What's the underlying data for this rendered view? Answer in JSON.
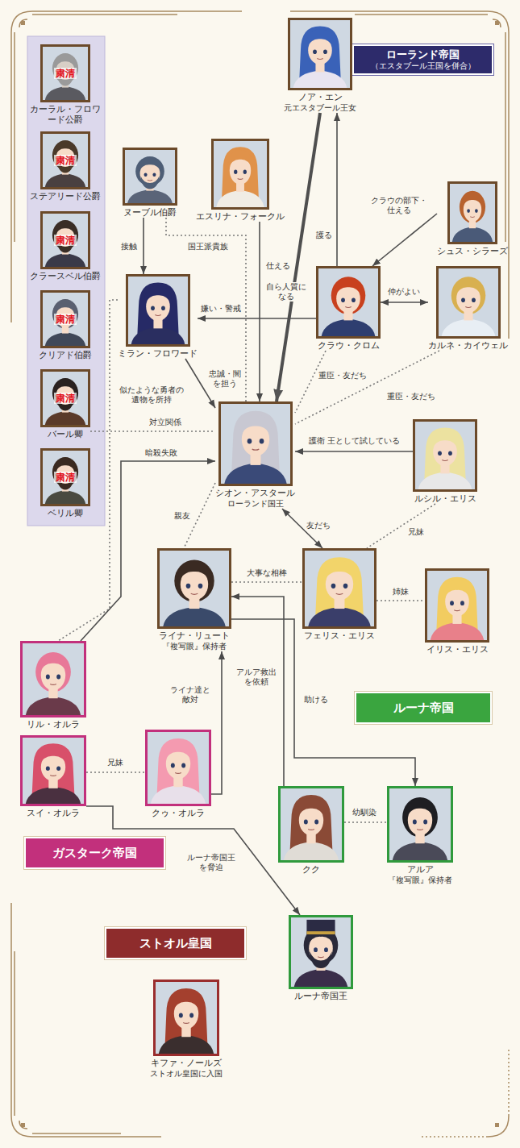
{
  "diagram": {
    "nodes": [
      {
        "text": [
          "ローランド帝国",
          "（エスタブール王国を併合）"
        ]
      },
      {
        "text": [
          "粛清",
          "カーラル・フロワード公爵"
        ]
      },
      {
        "text": [
          "粛清",
          "ステアリード公爵"
        ]
      },
      {
        "text": [
          "粛清",
          "クラースベル伯爵"
        ]
      },
      {
        "text": [
          "粛清",
          "クリアド伯爵"
        ]
      },
      {
        "text": [
          "粛清",
          "バール卿"
        ]
      },
      {
        "text": [
          "粛清",
          "ベリル卿"
        ]
      },
      {
        "text": [
          "ノア・エン",
          "元エスタブール王女"
        ]
      },
      {
        "text": [
          "エスリナ・フォークル"
        ]
      },
      {
        "text": [
          "ヌーブル伯爵"
        ]
      },
      {
        "text": [
          "シュス・シラーズ"
        ]
      },
      {
        "text": [
          "ミラン・フロワード"
        ]
      },
      {
        "text": [
          "クラウ・クロム"
        ]
      },
      {
        "text": [
          "カルネ・カイウェル"
        ]
      },
      {
        "text": [
          "シオン・アスタール",
          "ローランド国王"
        ]
      },
      {
        "text": [
          "ルシル・エリス"
        ]
      },
      {
        "text": [
          "ライナ・リュート",
          "『複写眼』保持者"
        ]
      },
      {
        "text": [
          "フェリス・エリス"
        ]
      },
      {
        "text": [
          "イリス・エリス"
        ]
      },
      {
        "text": [
          "ルーナ帝国"
        ]
      },
      {
        "text": [
          "リル・オルラ"
        ]
      },
      {
        "text": [
          "スイ・オルラ"
        ]
      },
      {
        "text": [
          "クゥ・オルラ"
        ]
      },
      {
        "text": [
          "ガスターク帝国"
        ]
      },
      {
        "text": [
          "クク"
        ]
      },
      {
        "text": [
          "アルア",
          "『複写眼』保持者"
        ]
      },
      {
        "text": [
          "ストオル皇国"
        ]
      },
      {
        "text": [
          "ルーナ帝国王"
        ]
      },
      {
        "text": [
          "キファ・ノールズ",
          "ストオル皇国に入国"
        ]
      }
    ],
    "edges": [
      {
        "from": 9,
        "to": 11,
        "label": "接触",
        "arrow": "to"
      },
      {
        "from": 9,
        "to": 14,
        "label": "国王派貴族",
        "arrow": "none"
      },
      {
        "from": 8,
        "to": 14,
        "label": "仕える",
        "arrow": "to"
      },
      {
        "from": 7,
        "to": 14,
        "label": "自ら人質になる",
        "arrow": "to"
      },
      {
        "from": 12,
        "to": 7,
        "label": "護る",
        "arrow": "to"
      },
      {
        "from": 10,
        "to": 12,
        "label": "クラウの部下・仕える",
        "arrow": "to"
      },
      {
        "from": 12,
        "to": 13,
        "label": "仲がよい",
        "arrow": "both"
      },
      {
        "from": 12,
        "to": 11,
        "label": "嫌い・警戒",
        "arrow": "to"
      },
      {
        "from": 11,
        "to": 14,
        "label": "忠誠・闇を担う",
        "arrow": "to"
      },
      {
        "from": 12,
        "to": 14,
        "label": "重臣・友だち",
        "arrow": "none"
      },
      {
        "from": 13,
        "to": 14,
        "label": "重臣・友だち",
        "arrow": "none"
      },
      {
        "from": 11,
        "to": 20,
        "label": "似たような勇者の遺物を所持",
        "arrow": "none"
      },
      {
        "from": 5,
        "to": 14,
        "label": "対立関係",
        "arrow": "none"
      },
      {
        "from": 20,
        "to": 14,
        "label": "暗殺失敗",
        "arrow": "to"
      },
      {
        "from": 14,
        "to": 17,
        "label": "友だち",
        "arrow": "both"
      },
      {
        "from": 15,
        "to": 14,
        "label": "護衛 王として試している",
        "arrow": "to"
      },
      {
        "from": 15,
        "to": 17,
        "label": "兄妹",
        "arrow": "none"
      },
      {
        "from": 14,
        "to": 16,
        "label": "親友",
        "arrow": "none"
      },
      {
        "from": 16,
        "to": 17,
        "label": "大事な相棒",
        "arrow": "none"
      },
      {
        "from": 17,
        "to": 18,
        "label": "姉妹",
        "arrow": "none"
      },
      {
        "from": 16,
        "to": 25,
        "label": "助ける",
        "arrow": "to"
      },
      {
        "from": 24,
        "to": 16,
        "label": "アルア救出を依頼",
        "arrow": "to"
      },
      {
        "from": 24,
        "to": 25,
        "label": "幼馴染",
        "arrow": "none"
      },
      {
        "from": 22,
        "to": 16,
        "label": "ライナ達と敵対",
        "arrow": "to"
      },
      {
        "from": 21,
        "to": 22,
        "label": "兄妹",
        "arrow": "none"
      },
      {
        "from": 21,
        "to": 27,
        "label": "ルーナ帝国王を脅迫",
        "arrow": "to"
      }
    ]
  }
}
